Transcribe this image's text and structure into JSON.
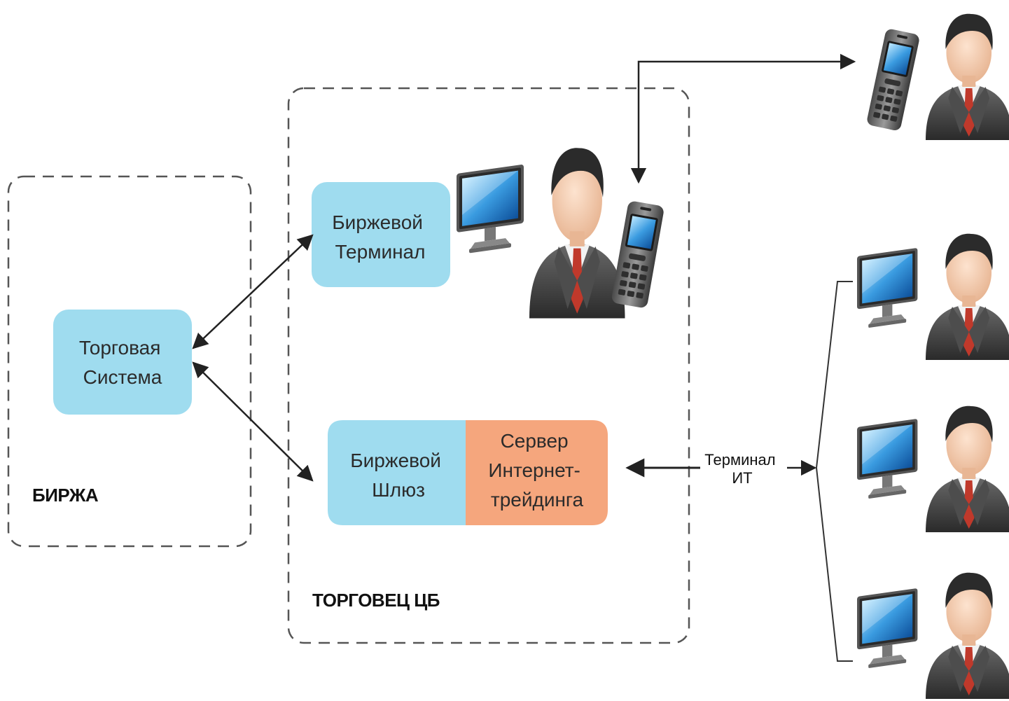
{
  "colors": {
    "blue_box": "#9fdcef",
    "orange_box": "#f5a67d",
    "line": "#222222",
    "dash": "#555555"
  },
  "groups": {
    "exchange_label": "БИРЖА",
    "trader_label": "ТОРГОВЕЦ ЦБ"
  },
  "boxes": {
    "trading_system": [
      "Торговая",
      "Система"
    ],
    "exchange_terminal": [
      "Биржевой",
      "Терминал"
    ],
    "exchange_gateway": [
      "Биржевой",
      "Шлюз"
    ],
    "internet_trading_server": [
      "Сервер",
      "Интернет-",
      "трейдинга"
    ]
  },
  "edges": {
    "terminal_it_label": [
      "Терминал",
      "ИТ"
    ]
  },
  "icons": {
    "operator": [
      "monitor-icon",
      "person-icon",
      "mobile-phone-icon"
    ],
    "remote_phone_client": [
      "mobile-phone-icon",
      "person-icon"
    ],
    "remote_pc_clients": [
      "monitor-icon",
      "person-icon"
    ]
  }
}
